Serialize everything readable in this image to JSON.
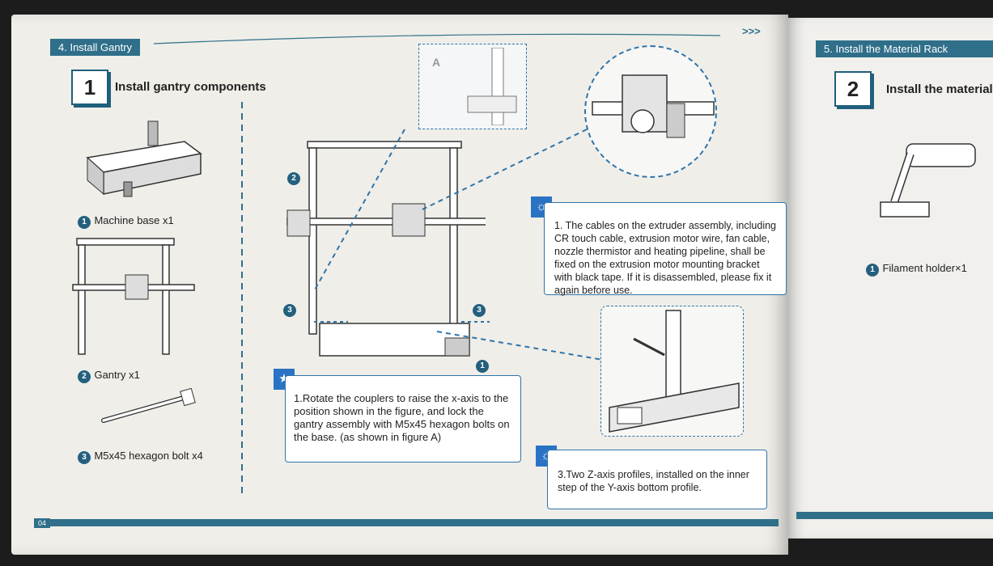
{
  "left_page": {
    "section_tab": "4. Install Gantry",
    "step_number": "1",
    "step_title": "Install gantry components",
    "parts": [
      {
        "badge": "1",
        "label": "Machine base x1"
      },
      {
        "badge": "2",
        "label": "Gantry x1"
      },
      {
        "badge": "3",
        "label": "M5x45 hexagon bolt x4"
      }
    ],
    "diagram_badges": {
      "gantry": "2",
      "bolt_left": "3",
      "bolt_right": "3",
      "base": "1"
    },
    "inset_label": "A",
    "note_cables": "1. The cables on the extruder assembly, including CR touch cable, extrusion motor wire, fan cable, nozzle thermistor and heating pipeline, shall be fixed on the extrusion motor mounting bracket with black tape. If it is disassembled, please fix it again before use.",
    "note_rotate": "1.Rotate the couplers to raise the x-axis to the position shown in the figure, and lock the gantry assembly with M5x45 hexagon bolts on the base. (as shown in figure A)",
    "note_profiles": "3.Two Z-axis profiles, installed on the inner step of the Y-axis bottom profile.",
    "page_number": "04",
    "arrows_glyph": ">>>"
  },
  "right_page": {
    "section_tab": "5. Install the Material Rack",
    "step_number": "2",
    "step_title": "Install the material",
    "parts": [
      {
        "badge": "1",
        "label": "Filament holder×1"
      }
    ]
  },
  "colors": {
    "accent": "#2f6f8a",
    "note_border": "#2f74a8",
    "paper": "#efeee9"
  }
}
